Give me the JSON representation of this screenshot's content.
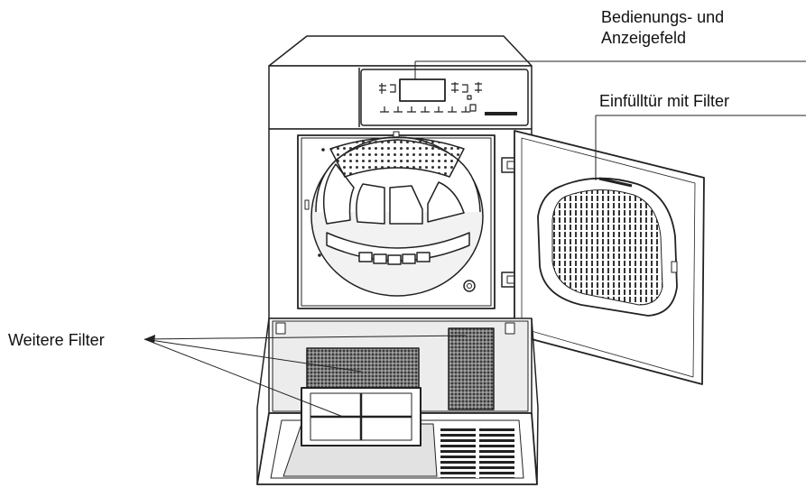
{
  "labels": {
    "control_panel_line1": "Bedienungs- und",
    "control_panel_line2": "Anzeigefeld",
    "door_with_filter": "Einfülltür mit Filter",
    "more_filters": "Weitere Filter"
  },
  "colors": {
    "line": "#222222",
    "fill": "#ffffff",
    "shade": "#e6e6e6",
    "filter_mesh": "#555555",
    "dots": "#333333"
  }
}
